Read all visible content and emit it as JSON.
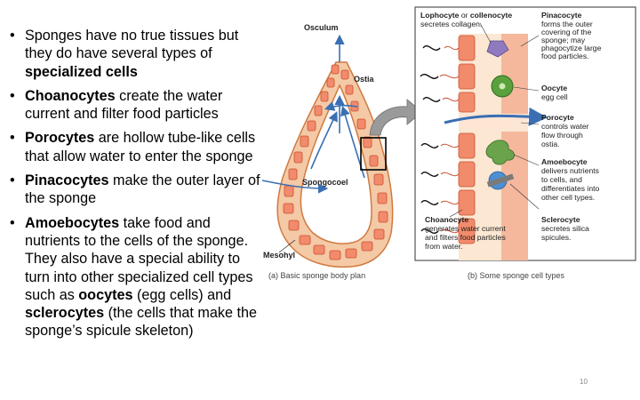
{
  "bullets": [
    {
      "pre": "",
      "term": "",
      "rest": "Sponges have no true tissues but they do have several types of ",
      "term2": "specialized cells",
      "rest2": ""
    },
    {
      "pre": "",
      "term": "Choanocytes",
      "rest": " create the water current and filter food particles",
      "term2": "",
      "rest2": ""
    },
    {
      "pre": "",
      "term": "Porocytes",
      "rest": " are hollow tube-like cells that allow water to enter the sponge",
      "term2": "",
      "rest2": ""
    },
    {
      "pre": "",
      "term": "Pinacocytes",
      "rest": " make the outer layer of the sponge",
      "term2": "",
      "rest2": ""
    },
    {
      "pre": "",
      "term": "Amoebocytes",
      "rest": " take food and nutrients to the cells of the sponge. They also have a special ability to turn into other specialized cell types such as ",
      "term2": "oocytes",
      "rest2": " (egg cells) and "
    },
    {
      "pre": "",
      "term": "",
      "rest": "",
      "term2": "sclerocytes",
      "rest2": " (the cells that make the sponge’s spicule skeleton)"
    }
  ],
  "diagram": {
    "osculum": "Osculum",
    "ostia": "Ostia",
    "spongocoel": "Spongocoel",
    "mesohyl": "Mesohyl",
    "caption_a": "(a) Basic sponge body plan",
    "caption_b": "(b) Some sponge cell types",
    "lophocyte_title": "Lophocyte",
    "lophocyte_or": " or ",
    "collenocyte_title": "collenocyte",
    "lophocyte_desc": "secretes collagen.",
    "pinacocyte_title": "Pinacocyte",
    "pinacocyte_desc": [
      "forms the outer",
      "covering of the",
      "sponge; may",
      "phagocytize large",
      "food particles."
    ],
    "oocyte_title": "Oocyte",
    "oocyte_desc": [
      "egg cell"
    ],
    "porocyte_title": "Porocyte",
    "porocyte_desc": [
      "controls water",
      "flow through",
      "ostia."
    ],
    "amoebocyte_title": "Amoebocyte",
    "amoebocyte_desc": [
      "delivers nutrients",
      "to cells, and",
      "differentiates into",
      "other cell types."
    ],
    "choanocyte_title": "Choanocyte",
    "choanocyte_desc": [
      "generates water current",
      "and filters food particles",
      "from water."
    ],
    "sclerocyte_title": "Sclerocyte",
    "sclerocyte_desc": [
      "secretes silica",
      "spicules."
    ]
  },
  "page_number": "10"
}
